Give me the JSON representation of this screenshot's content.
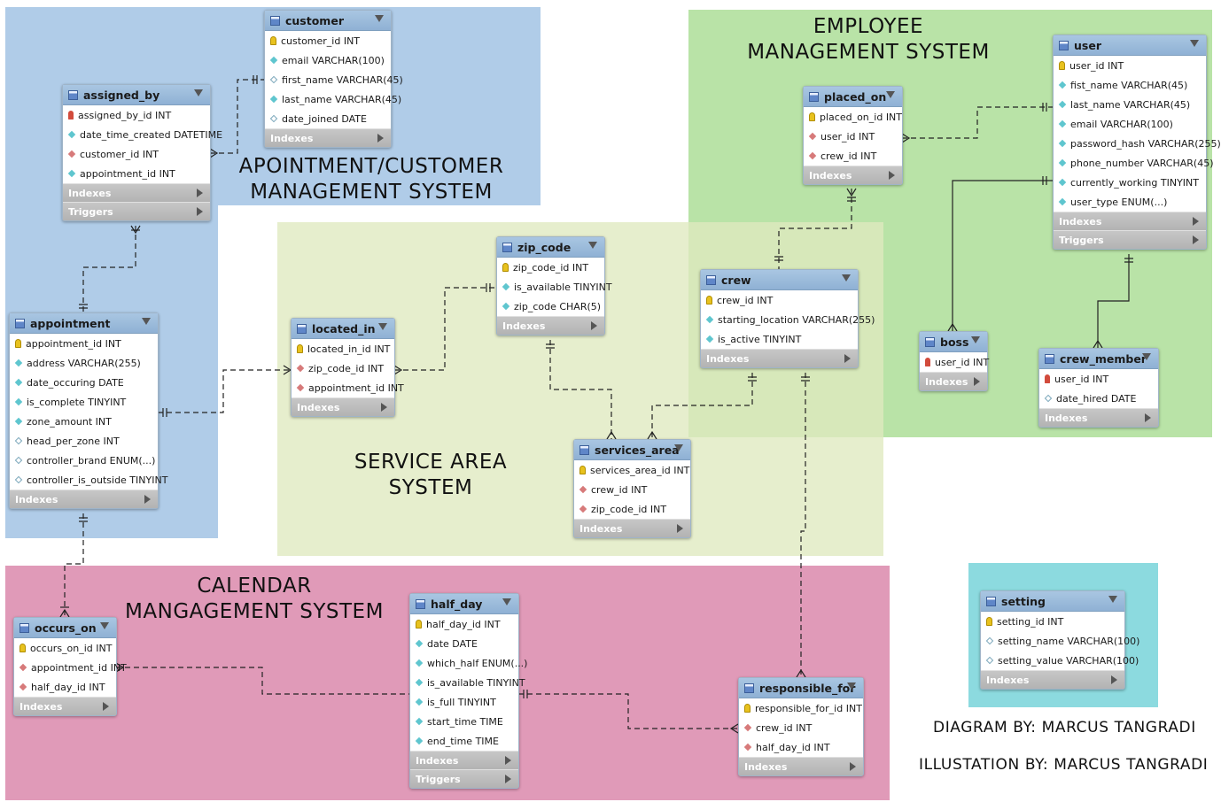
{
  "regions": [
    {
      "id": "appointment",
      "color": "#b0cce8",
      "title": "APOINTMENT/CUSTOMER\nMANAGEMENT SYSTEM"
    },
    {
      "id": "employee",
      "color": "#b9e3a7",
      "title": "EMPLOYEE\nMANAGEMENT SYSTEM"
    },
    {
      "id": "service",
      "color": "#dfe9bf",
      "title": "SERVICE AREA\nSYSTEM"
    },
    {
      "id": "calendar",
      "color": "#e09ab8",
      "title": "CALENDAR\nMANGAGEMENT SYSTEM"
    },
    {
      "id": "settings",
      "color": "#8cdadf",
      "title": ""
    }
  ],
  "credits": {
    "diagram": "DIAGRAM BY: MARCUS TANGRADI",
    "illustration": "ILLUSTATION BY: MARCUS TANGRADI"
  },
  "tables": {
    "customer": {
      "name": "customer",
      "columns": [
        {
          "text": "customer_id INT",
          "key": "pk"
        },
        {
          "text": "email VARCHAR(100)",
          "key": "nn"
        },
        {
          "text": "first_name VARCHAR(45)",
          "key": "col"
        },
        {
          "text": "last_name VARCHAR(45)",
          "key": "nn"
        },
        {
          "text": "date_joined DATE",
          "key": "col"
        }
      ],
      "sections": [
        "Indexes"
      ]
    },
    "assigned_by": {
      "name": "assigned_by",
      "columns": [
        {
          "text": "assigned_by_id INT",
          "key": "pkfk"
        },
        {
          "text": "date_time_created DATETIME",
          "key": "nn"
        },
        {
          "text": "customer_id INT",
          "key": "fk"
        },
        {
          "text": "appointment_id INT",
          "key": "nn"
        }
      ],
      "sections": [
        "Indexes",
        "Triggers"
      ]
    },
    "appointment": {
      "name": "appointment",
      "columns": [
        {
          "text": "appointment_id INT",
          "key": "pk"
        },
        {
          "text": "address VARCHAR(255)",
          "key": "nn"
        },
        {
          "text": "date_occuring DATE",
          "key": "nn"
        },
        {
          "text": "is_complete TINYINT",
          "key": "nn"
        },
        {
          "text": "zone_amount INT",
          "key": "nn"
        },
        {
          "text": "head_per_zone INT",
          "key": "col"
        },
        {
          "text": "controller_brand ENUM(...)",
          "key": "col"
        },
        {
          "text": "controller_is_outside TINYINT",
          "key": "col"
        }
      ],
      "sections": [
        "Indexes"
      ]
    },
    "zip_code": {
      "name": "zip_code",
      "columns": [
        {
          "text": "zip_code_id INT",
          "key": "pk"
        },
        {
          "text": "is_available TINYINT",
          "key": "nn"
        },
        {
          "text": "zip_code CHAR(5)",
          "key": "nn"
        }
      ],
      "sections": [
        "Indexes"
      ]
    },
    "located_in": {
      "name": "located_in",
      "columns": [
        {
          "text": "located_in_id INT",
          "key": "pk"
        },
        {
          "text": "zip_code_id INT",
          "key": "fk"
        },
        {
          "text": "appointment_id INT",
          "key": "fk"
        }
      ],
      "sections": [
        "Indexes"
      ]
    },
    "services_area": {
      "name": "services_area",
      "columns": [
        {
          "text": "services_area_id INT",
          "key": "pk"
        },
        {
          "text": "crew_id INT",
          "key": "fk"
        },
        {
          "text": "zip_code_id INT",
          "key": "fk"
        }
      ],
      "sections": [
        "Indexes"
      ]
    },
    "placed_on": {
      "name": "placed_on",
      "columns": [
        {
          "text": "placed_on_id INT",
          "key": "pk"
        },
        {
          "text": "user_id INT",
          "key": "fk"
        },
        {
          "text": "crew_id INT",
          "key": "fk"
        }
      ],
      "sections": [
        "Indexes"
      ]
    },
    "user": {
      "name": "user",
      "columns": [
        {
          "text": "user_id INT",
          "key": "pk"
        },
        {
          "text": "fist_name VARCHAR(45)",
          "key": "nn"
        },
        {
          "text": "last_name VARCHAR(45)",
          "key": "nn"
        },
        {
          "text": "email VARCHAR(100)",
          "key": "nn"
        },
        {
          "text": "password_hash VARCHAR(255)",
          "key": "nn"
        },
        {
          "text": "phone_number VARCHAR(45)",
          "key": "nn"
        },
        {
          "text": "currently_working TINYINT",
          "key": "nn"
        },
        {
          "text": "user_type ENUM(...)",
          "key": "nn"
        }
      ],
      "sections": [
        "Indexes",
        "Triggers"
      ]
    },
    "crew": {
      "name": "crew",
      "columns": [
        {
          "text": "crew_id INT",
          "key": "pk"
        },
        {
          "text": "starting_location VARCHAR(255)",
          "key": "nn"
        },
        {
          "text": "is_active TINYINT",
          "key": "nn"
        }
      ],
      "sections": [
        "Indexes"
      ]
    },
    "boss": {
      "name": "boss",
      "columns": [
        {
          "text": "user_id INT",
          "key": "pkfk"
        }
      ],
      "sections": [
        "Indexes"
      ]
    },
    "crew_member": {
      "name": "crew_member",
      "columns": [
        {
          "text": "user_id INT",
          "key": "pkfk"
        },
        {
          "text": "date_hired DATE",
          "key": "col"
        }
      ],
      "sections": [
        "Indexes"
      ]
    },
    "occurs_on": {
      "name": "occurs_on",
      "columns": [
        {
          "text": "occurs_on_id INT",
          "key": "pk"
        },
        {
          "text": "appointment_id INT",
          "key": "fk"
        },
        {
          "text": "half_day_id INT",
          "key": "fk"
        }
      ],
      "sections": [
        "Indexes"
      ]
    },
    "half_day": {
      "name": "half_day",
      "columns": [
        {
          "text": "half_day_id INT",
          "key": "pk"
        },
        {
          "text": "date DATE",
          "key": "nn"
        },
        {
          "text": "which_half ENUM(...)",
          "key": "nn"
        },
        {
          "text": "is_available TINYINT",
          "key": "nn"
        },
        {
          "text": "is_full TINYINT",
          "key": "nn"
        },
        {
          "text": "start_time TIME",
          "key": "nn"
        },
        {
          "text": "end_time TIME",
          "key": "nn"
        }
      ],
      "sections": [
        "Indexes",
        "Triggers"
      ]
    },
    "responsible_for": {
      "name": "responsible_for",
      "columns": [
        {
          "text": "responsible_for_id INT",
          "key": "pk"
        },
        {
          "text": "crew_id INT",
          "key": "fk"
        },
        {
          "text": "half_day_id INT",
          "key": "fk"
        }
      ],
      "sections": [
        "Indexes"
      ]
    },
    "setting": {
      "name": "setting",
      "columns": [
        {
          "text": "setting_id INT",
          "key": "pk"
        },
        {
          "text": "setting_name VARCHAR(100)",
          "key": "col"
        },
        {
          "text": "setting_value VARCHAR(100)",
          "key": "col"
        }
      ],
      "sections": [
        "Indexes"
      ]
    }
  }
}
